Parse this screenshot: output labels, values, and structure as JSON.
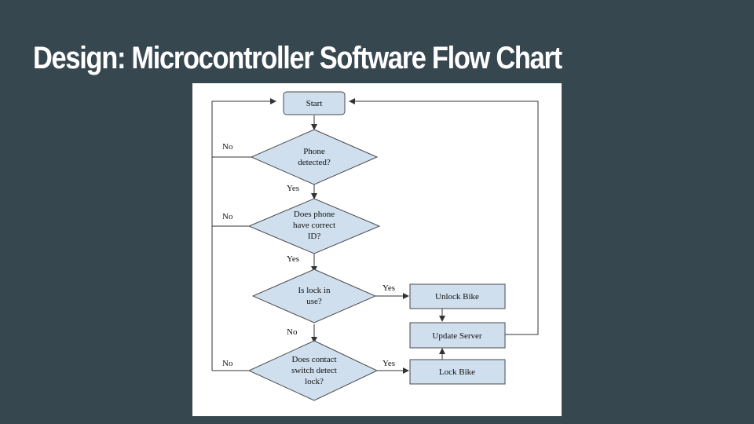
{
  "slide": {
    "title": "Design: Microcontroller Software Flow Chart"
  },
  "flowchart": {
    "nodes": {
      "start": "Start",
      "phone_detected": [
        "Phone",
        "detected?"
      ],
      "correct_id": [
        "Does phone",
        "have correct",
        "ID?"
      ],
      "lock_in_use": [
        "Is lock in",
        "use?"
      ],
      "contact_switch": [
        "Does contact",
        "switch detect",
        "lock?"
      ],
      "unlock_bike": "Unlock Bike",
      "update_server": "Update Server",
      "lock_bike": "Lock Bike"
    },
    "labels": {
      "no1": "No",
      "no2": "No",
      "no3": "No",
      "no_lock_in_use": "No",
      "yes1": "Yes",
      "yes2": "Yes",
      "yes_lock_in_use": "Yes",
      "yes_contact": "Yes"
    }
  }
}
